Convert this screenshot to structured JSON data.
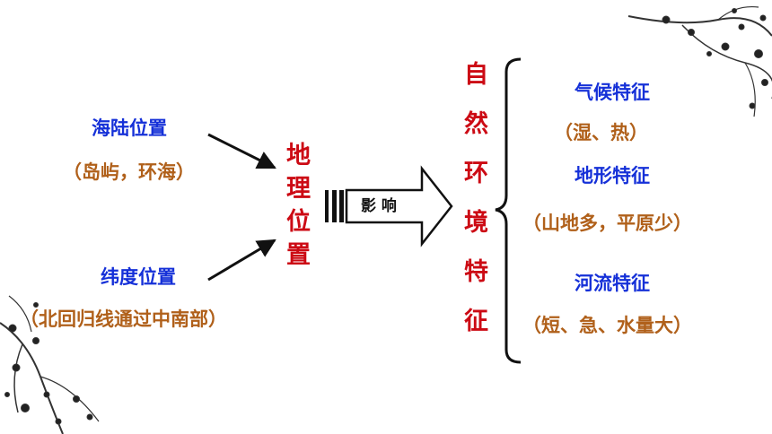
{
  "left": {
    "sea_land": "海陆位置",
    "sea_land_note": "（岛屿，环海）",
    "latitude": "纬度位置",
    "latitude_note": "（北回归线通过中南部）"
  },
  "center": {
    "geo_position": "地理位置",
    "influence": "影  响"
  },
  "right": {
    "natural_features": "自然环境特征",
    "climate": "气候特征",
    "climate_note": "（湿、热）",
    "terrain": "地形特征",
    "terrain_note": "（山地多，平原少）",
    "river": "河流特征",
    "river_note": "（短、急、水量大）"
  },
  "colors": {
    "blue_text": "#1530d8",
    "orange_text": "#b0601a",
    "red_text": "#cc0a14"
  }
}
